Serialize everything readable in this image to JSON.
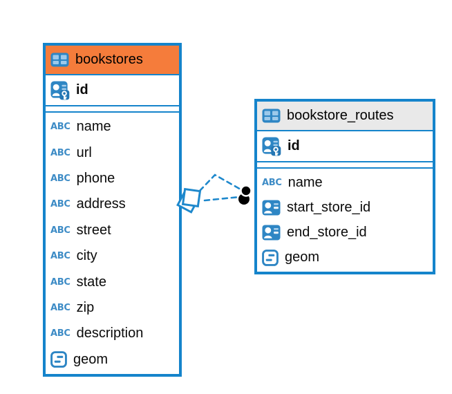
{
  "diagram": {
    "background": "#FFFFFF",
    "accent_blue": "#1584CB",
    "connector": {
      "style": "dashed",
      "color": "#1E88CC",
      "source_marker": "diamond",
      "target_marker": "dot",
      "dot_color": "#000000"
    },
    "icons": {
      "table_glyph": "table-icon",
      "primary_key_glyph": "person-key-icon",
      "foreign_key_glyph": "person-card-icon",
      "text_type_glyph": "ABC",
      "object_type_glyph": "object-outline-icon"
    },
    "tables": [
      {
        "name": "bookstores",
        "header_color": "#F57C3B",
        "keys": [
          {
            "name": "id",
            "icon": "primary-key-icon"
          }
        ],
        "columns": [
          {
            "name": "name",
            "icon": "text-type-icon"
          },
          {
            "name": "url",
            "icon": "text-type-icon"
          },
          {
            "name": "phone",
            "icon": "text-type-icon"
          },
          {
            "name": "address",
            "icon": "text-type-icon"
          },
          {
            "name": "street",
            "icon": "text-type-icon"
          },
          {
            "name": "city",
            "icon": "text-type-icon"
          },
          {
            "name": "state",
            "icon": "text-type-icon"
          },
          {
            "name": "zip",
            "icon": "text-type-icon"
          },
          {
            "name": "description",
            "icon": "text-type-icon"
          },
          {
            "name": "geom",
            "icon": "object-type-icon"
          }
        ]
      },
      {
        "name": "bookstore_routes",
        "header_color": "#E9E9E9",
        "keys": [
          {
            "name": "id",
            "icon": "primary-key-icon"
          }
        ],
        "columns": [
          {
            "name": "name",
            "icon": "text-type-icon"
          },
          {
            "name": "start_store_id",
            "icon": "foreign-key-icon"
          },
          {
            "name": "end_store_id",
            "icon": "foreign-key-icon"
          },
          {
            "name": "geom",
            "icon": "object-type-icon"
          }
        ]
      }
    ]
  }
}
